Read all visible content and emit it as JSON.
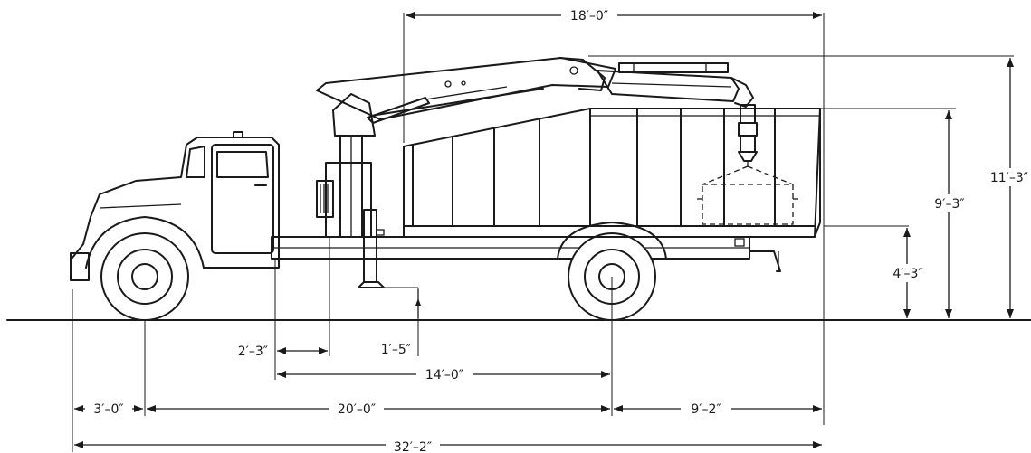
{
  "dimensions": {
    "overall_box_length": "18′–0″",
    "boom_height": "11′–3″",
    "body_height": "9′–3″",
    "bed_height": "4′–3″",
    "column_offset": "2′–3″",
    "outrigger_height": "1′–5″",
    "column_to_rear_axle": "14′–0″",
    "front_overhang": "3′–0″",
    "wheelbase": "20′–0″",
    "rear_overhang": "9′–2″",
    "overall_length": "32′–2″"
  }
}
